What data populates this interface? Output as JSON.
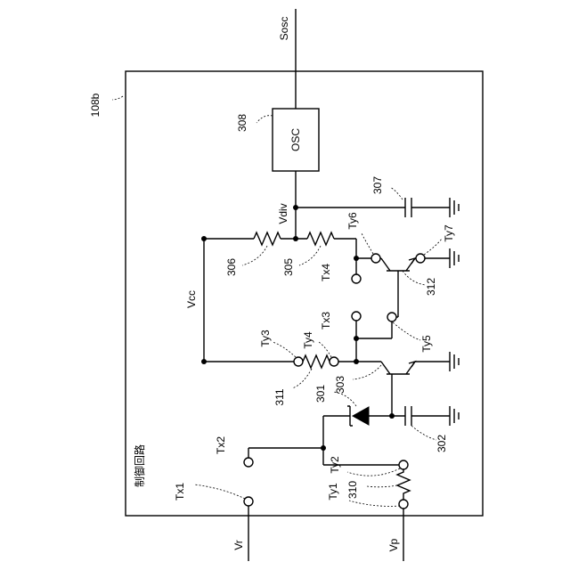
{
  "diagram": {
    "frame_label": "108b",
    "title_jp": "制御回路",
    "osc": {
      "ref": "308",
      "name": "OSC"
    },
    "nodes": {
      "sosc": "Sosc",
      "vdiv": "Vdiv",
      "vcc": "Vcc",
      "vr": "Vr",
      "vp": "Vp"
    },
    "terminals": {
      "tx1": "Tx1",
      "tx2": "Tx2",
      "tx3": "Tx3",
      "tx4": "Tx4",
      "ty1": "Ty1",
      "ty2": "Ty2",
      "ty3": "Ty3",
      "ty4": "Ty4",
      "ty5": "Ty5",
      "ty6": "Ty6",
      "ty7": "Ty7"
    },
    "refs": {
      "r306": "306",
      "r305": "305",
      "c307": "307",
      "q312": "312",
      "r311": "311",
      "d301": "301",
      "q303": "303",
      "c302": "302",
      "r310": "310"
    }
  }
}
